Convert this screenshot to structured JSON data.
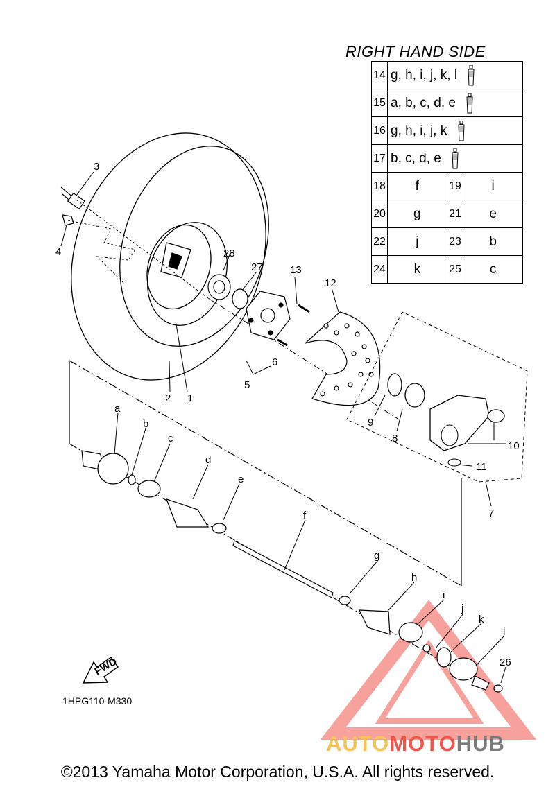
{
  "header": {
    "side_title": "RIGHT HAND SIDE"
  },
  "kit_table": {
    "rows_single": [
      {
        "num": "14",
        "text": "g, h, i, j, k, l",
        "icon": "grease-tube-icon"
      },
      {
        "num": "15",
        "text": "a, b, c, d, e",
        "icon": "grease-tube-icon"
      },
      {
        "num": "16",
        "text": "g, h, i, j, k",
        "icon": "grease-tube-icon"
      },
      {
        "num": "17",
        "text": "b, c, d, e",
        "icon": "grease-tube-icon"
      }
    ],
    "rows_pair": [
      {
        "n1": "18",
        "c1": "f",
        "n2": "19",
        "c2": "i"
      },
      {
        "n1": "20",
        "c1": "g",
        "n2": "21",
        "c2": "e"
      },
      {
        "n1": "22",
        "c1": "j",
        "n2": "23",
        "c2": "b"
      },
      {
        "n1": "24",
        "c1": "k",
        "n2": "25",
        "c2": "c"
      }
    ]
  },
  "callouts": {
    "p1": "1",
    "p2": "2",
    "p3": "3",
    "p4": "4",
    "p5": "5",
    "p6": "6",
    "p7": "7",
    "p8": "8",
    "p9": "9",
    "p10": "10",
    "p11": "11",
    "p12": "12",
    "p13": "13",
    "p26": "26",
    "p27": "27",
    "p28": "28",
    "a": "a",
    "b": "b",
    "c": "c",
    "d": "d",
    "e": "e",
    "f": "f",
    "g": "g",
    "h": "h",
    "i": "i",
    "j": "j",
    "k": "k",
    "l": "l"
  },
  "fwd_label": "FWD",
  "diagram_code": "1HPG110-M330",
  "watermark": {
    "part1": "AUTO",
    "part2": "MOTO",
    "part3": "HUB",
    "colors": {
      "part1": "#f8c25a",
      "part2": "#f0564a",
      "part3": "#7a7a7a",
      "triangle": "#f0564a"
    }
  },
  "footer": {
    "copyright": "©2013 Yamaha Motor Corporation, U.S.A. All rights reserved."
  }
}
